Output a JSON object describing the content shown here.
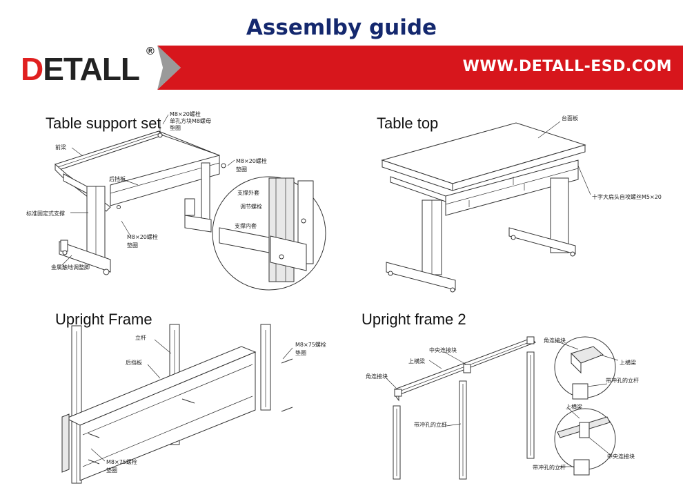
{
  "header": {
    "title": "Assemlby guide",
    "logo_first": "D",
    "logo_rest": "ETALL",
    "logo_reg": "®",
    "url": "WWW.DETALL-ESD.COM",
    "banner_color": "#d7161c"
  },
  "sections": {
    "table_support": {
      "label": "Table support set",
      "callouts": [
        "M8×20螺栓",
        "单孔方块M8螺母",
        "垫圈",
        "前梁",
        "M8×20螺栓",
        "垫圈",
        "后挡板",
        "标准固定式支撑",
        "支撑外套",
        "调节螺栓",
        "支撑内套",
        "M8×20螺栓",
        "垫圈",
        "金属触地调整脚"
      ]
    },
    "table_top": {
      "label": "Table top",
      "callouts": [
        "台面板",
        "十字大扁头自攻螺丝M5×20"
      ]
    },
    "upright_frame": {
      "label": "Upright Frame",
      "callouts": [
        "立杆",
        "后挡板",
        "M8×75螺栓",
        "垫圈",
        "M8×75螺栓",
        "垫圈"
      ]
    },
    "upright_frame_2": {
      "label": "Upright frame 2",
      "callouts": [
        "中央连接块",
        "上横梁",
        "角连接块",
        "带冲孔的立杆",
        "角连接块",
        "上横梁",
        "带冲孔的立杆",
        "上横梁",
        "中央连接块",
        "带冲孔的立杆"
      ]
    }
  }
}
